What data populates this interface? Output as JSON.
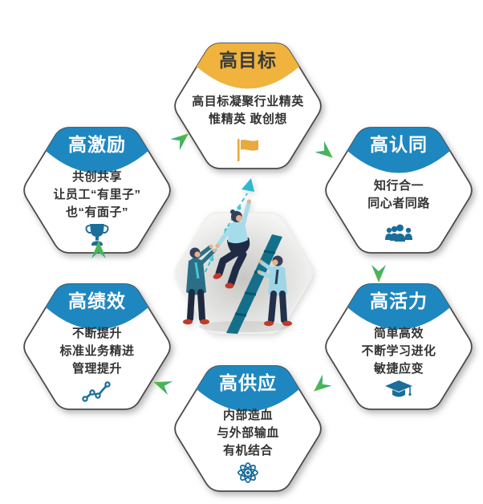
{
  "diagram": {
    "type": "hexagon-cycle",
    "center_illustration": "three people helping one climb a ladder toward an upward dashed arrow"
  },
  "nodes": [
    {
      "id": "goal",
      "label": "高目标",
      "desc": "高目标凝聚行业精英\n惟精英 敢创想",
      "icon": "flag-icon",
      "header_color": "#EFB33E"
    },
    {
      "id": "identity",
      "label": "高认同",
      "desc": "知行合一\n同心者同路",
      "icon": "people-group-icon",
      "header_color": "#1E87C0"
    },
    {
      "id": "vitality",
      "label": "高活力",
      "desc": "简单高效\n不断学习进化\n敏捷应变",
      "icon": "graduation-cap-icon",
      "header_color": "#1E87C0"
    },
    {
      "id": "supply",
      "label": "高供应",
      "desc": "内部造血\n与外部输血\n有机结合",
      "icon": "atom-icon",
      "header_color": "#1E87C0"
    },
    {
      "id": "performance",
      "label": "高绩效",
      "desc": "不断提升\n标准业务精进\n管理提升",
      "icon": "line-chart-icon",
      "header_color": "#1E87C0"
    },
    {
      "id": "incentive",
      "label": "高激励",
      "desc": "共创共享\n让员工“有里子”\n也“有面子”",
      "icon": "trophy-icon",
      "header_color": "#1E87C0"
    }
  ],
  "arrows": [
    {
      "from": "高目标",
      "to": "高认同"
    },
    {
      "from": "高认同",
      "to": "高活力"
    },
    {
      "from": "高活力",
      "to": "高供应"
    },
    {
      "from": "高供应",
      "to": "高绩效"
    },
    {
      "from": "高绩效",
      "to": "高激励"
    },
    {
      "from": "高激励",
      "to": "高目标"
    }
  ],
  "colors": {
    "gold_header": "#EFB33E",
    "blue_header": "#1E87C0",
    "icon_blue": "#1B6D9A",
    "flag_yellow": "#E9A93C",
    "arrow_green_start": "#3BAD7B",
    "arrow_green_end": "#55BD35",
    "text_dark": "#333333",
    "shoe_red": "#C0392B",
    "ladder_teal": "#14708A"
  }
}
